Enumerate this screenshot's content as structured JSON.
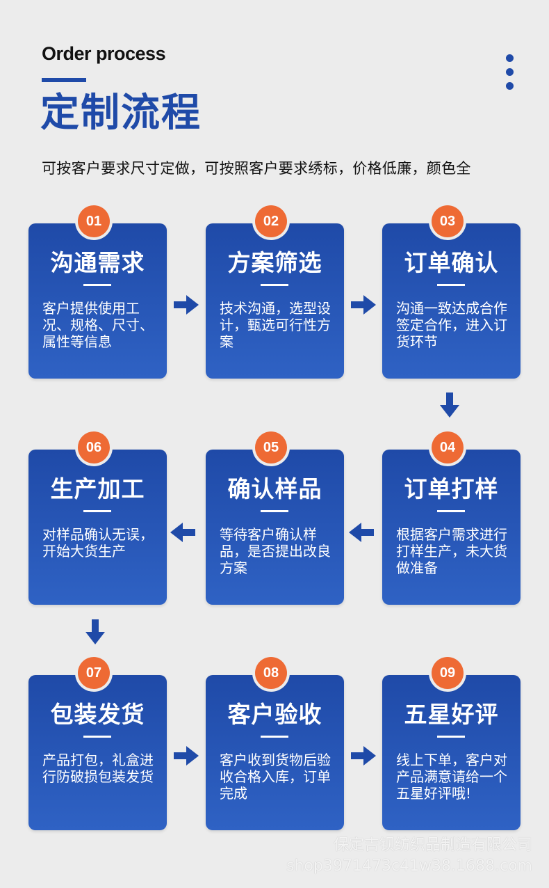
{
  "header": {
    "title_en": "Order process",
    "title_cn": "定制流程",
    "subtitle": "可按客户要求尺寸定做，可按照客户要求绣标，价格低廉，颜色全"
  },
  "steps": [
    {
      "num": "01",
      "title": "沟通需求",
      "desc": "客户提供使用工况、规格、尺寸、属性等信息"
    },
    {
      "num": "02",
      "title": "方案筛选",
      "desc": "技术沟通，选型设计，甄选可行性方案"
    },
    {
      "num": "03",
      "title": "订单确认",
      "desc": "沟通一致达成合作签定合作，进入订货环节"
    },
    {
      "num": "04",
      "title": "订单打样",
      "desc": "根据客户需求进行打样生产，未大货做准备"
    },
    {
      "num": "05",
      "title": "确认样品",
      "desc": "等待客户确认样品，是否提出改良方案"
    },
    {
      "num": "06",
      "title": "生产加工",
      "desc": "对样品确认无误，开始大货生产"
    },
    {
      "num": "07",
      "title": "包装发货",
      "desc": "产品打包，礼盒进行防破损包装发货"
    },
    {
      "num": "08",
      "title": "客户验收",
      "desc": "客户收到货物后验收合格入库，订单完成"
    },
    {
      "num": "09",
      "title": "五星好评",
      "desc": "线上下单，客户对产品满意请给一个五星好评哦!"
    }
  ],
  "watermark": {
    "company": "保定吉钡纺织品制造有限公司",
    "url": "shop3971473c41w38.1688.com"
  },
  "colors": {
    "accent": "#1f4aa8",
    "badge": "#ee6a34",
    "background": "#ececec"
  },
  "icons": [
    "menu-dots-icon",
    "arrow-right-icon",
    "arrow-left-icon",
    "arrow-down-icon"
  ]
}
